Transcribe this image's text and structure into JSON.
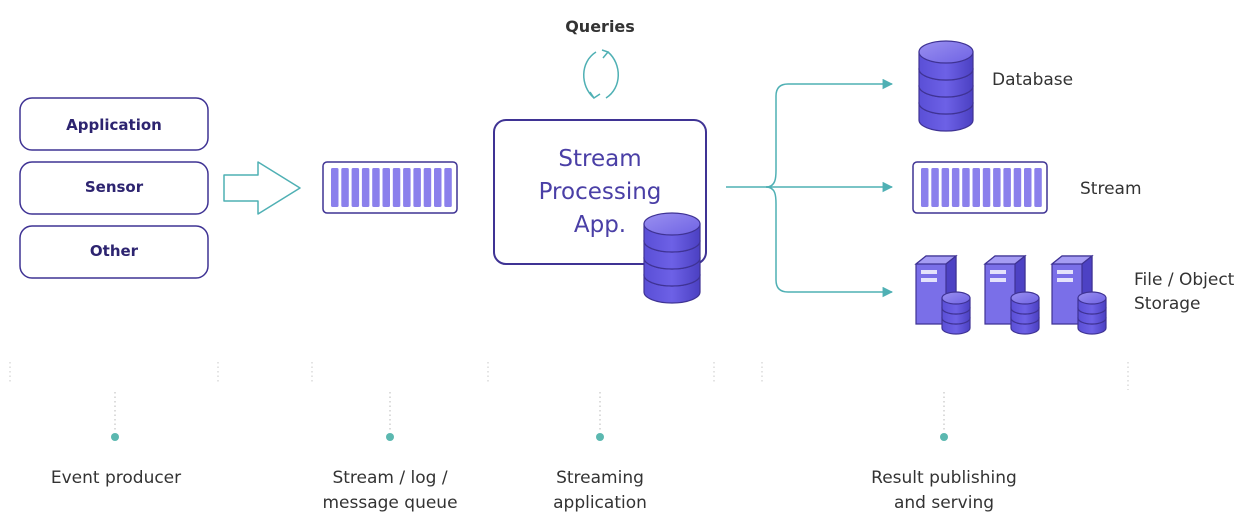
{
  "producers": [
    {
      "label": "Application"
    },
    {
      "label": "Sensor"
    },
    {
      "label": "Other"
    }
  ],
  "queries_label": "Queries",
  "app": {
    "lines": [
      "Stream",
      "Processing",
      "App."
    ]
  },
  "outputs": {
    "database": "Database",
    "stream": "Stream",
    "storage": [
      "File / Object",
      "Storage"
    ]
  },
  "stages": [
    {
      "lines": [
        "Event producer"
      ]
    },
    {
      "lines": [
        "Stream / log /",
        "message queue"
      ]
    },
    {
      "lines": [
        "Streaming",
        "application"
      ]
    },
    {
      "lines": [
        "Result publishing",
        "and serving"
      ]
    }
  ],
  "colors": {
    "purple": "#6a5ce0",
    "purple_dark": "#3f3394",
    "teal": "#4fb0b4",
    "dot": "#5bb8b0",
    "text": "#333333"
  }
}
